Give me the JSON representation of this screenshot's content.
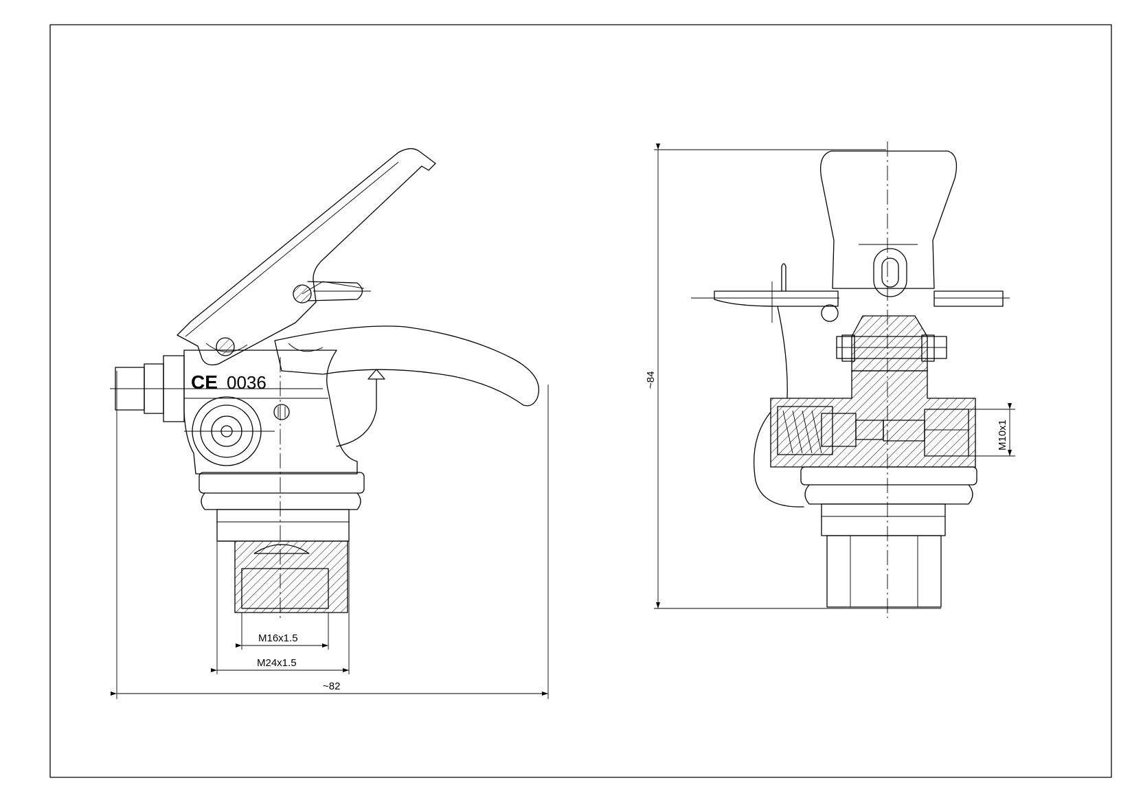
{
  "marks": {
    "ce": "CE",
    "notified_body": "0036"
  },
  "dimensions": {
    "inner_thread": "M16x1.5",
    "outer_thread": "M24x1.5",
    "overall_width": "~82",
    "overall_height": "~84",
    "side_thread": "M10x1"
  }
}
